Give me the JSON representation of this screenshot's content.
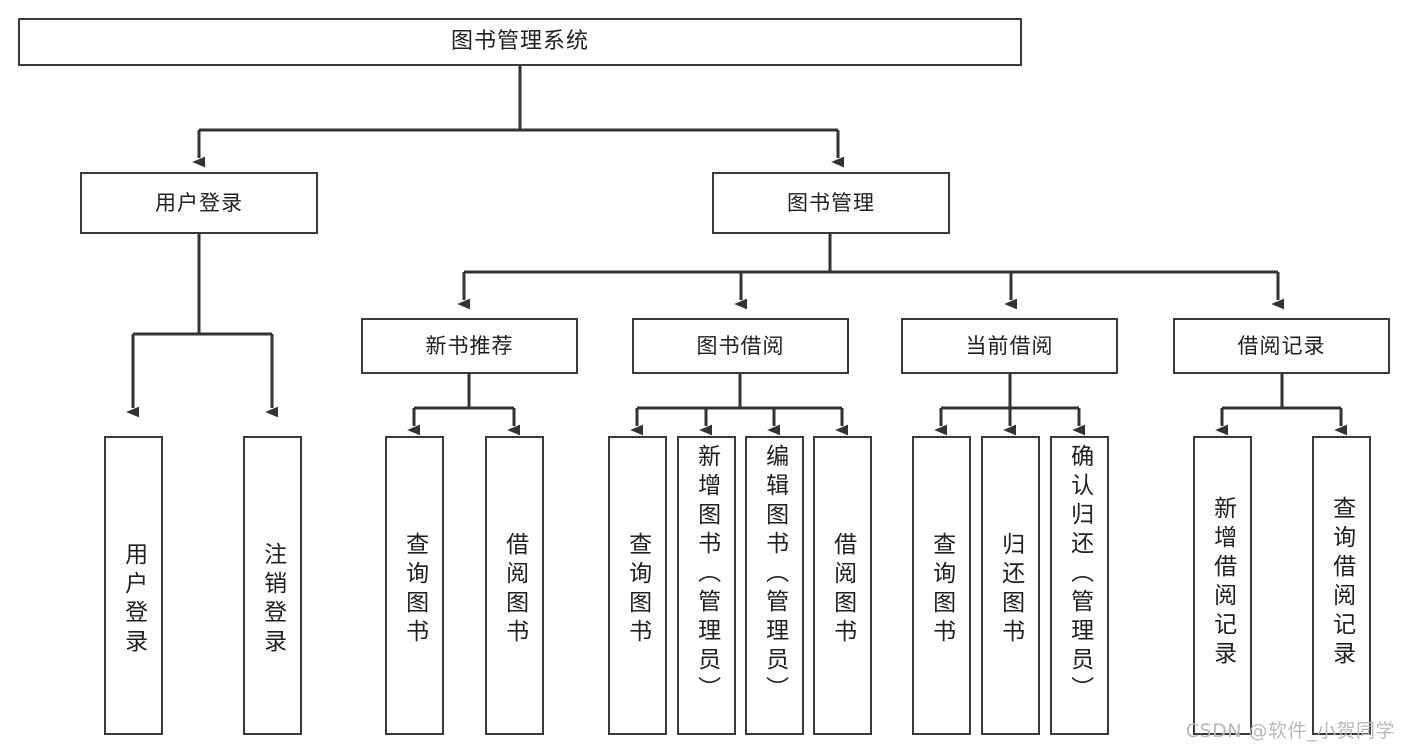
{
  "diagram": {
    "title": "图书管理系统",
    "watermark": "CSDN @软件_小贺同学",
    "colors": {
      "background": "#ffffff",
      "box_border": "#3a3a3a",
      "connector": "#333333",
      "text": "#20201f",
      "watermark": "#b9b9b9"
    },
    "root": {
      "label": "图书管理系统"
    },
    "level2": [
      {
        "label": "用户登录"
      },
      {
        "label": "图书管理"
      }
    ],
    "level3": [
      {
        "label": "新书推荐"
      },
      {
        "label": "图书借阅"
      },
      {
        "label": "当前借阅"
      },
      {
        "label": "借阅记录"
      }
    ],
    "leaves": {
      "user_login": [
        {
          "label": "用户登录"
        },
        {
          "label": "注销登录"
        }
      ],
      "new_book_recommend": [
        {
          "label": "查询图书"
        },
        {
          "label": "借阅图书"
        }
      ],
      "book_borrow": [
        {
          "label": "查询图书"
        },
        {
          "label": "新增图书（管理员）"
        },
        {
          "label": "编辑图书（管理员）"
        },
        {
          "label": "借阅图书"
        }
      ],
      "current_borrow": [
        {
          "label": "查询图书"
        },
        {
          "label": "归还图书"
        },
        {
          "label": "确认归还（管理员）"
        }
      ],
      "borrow_record": [
        {
          "label": "新增借阅记录"
        },
        {
          "label": "查询借阅记录"
        }
      ]
    }
  },
  "chart_data": {
    "type": "table",
    "title": "图书管理系统 功能结构图",
    "tree": {
      "name": "图书管理系统",
      "children": [
        {
          "name": "用户登录",
          "children": [
            {
              "name": "用户登录"
            },
            {
              "name": "注销登录"
            }
          ]
        },
        {
          "name": "图书管理",
          "children": [
            {
              "name": "新书推荐",
              "children": [
                {
                  "name": "查询图书"
                },
                {
                  "name": "借阅图书"
                }
              ]
            },
            {
              "name": "图书借阅",
              "children": [
                {
                  "name": "查询图书"
                },
                {
                  "name": "新增图书（管理员）"
                },
                {
                  "name": "编辑图书（管理员）"
                },
                {
                  "name": "借阅图书"
                }
              ]
            },
            {
              "name": "当前借阅",
              "children": [
                {
                  "name": "查询图书"
                },
                {
                  "name": "归还图书"
                },
                {
                  "name": "确认归还（管理员）"
                }
              ]
            },
            {
              "name": "借阅记录",
              "children": [
                {
                  "name": "新增借阅记录"
                },
                {
                  "name": "查询借阅记录"
                }
              ]
            }
          ]
        }
      ]
    }
  }
}
